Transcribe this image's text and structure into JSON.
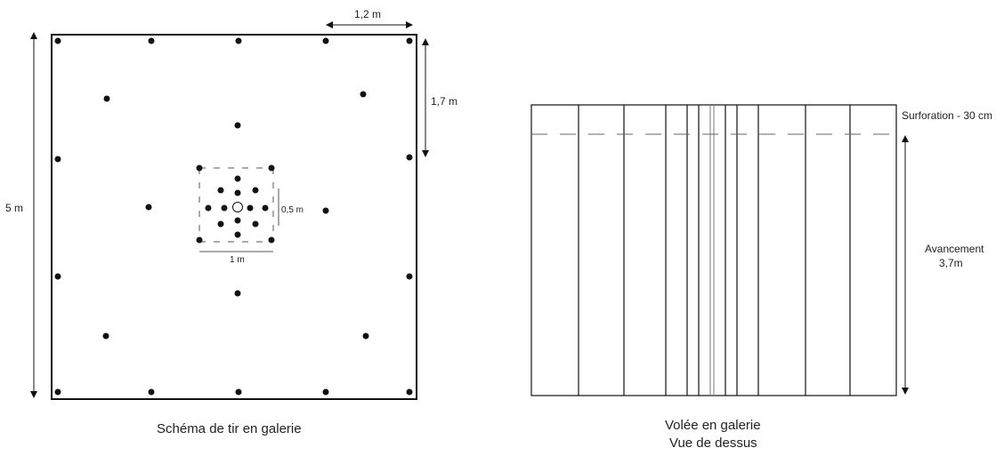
{
  "left_diagram": {
    "caption": "Schéma de tir en galerie",
    "dim_width_spacing": "1,2 m",
    "dim_vertical_spacing": "1,7 m",
    "dim_height": "5 m",
    "dim_cut_height": "0,5 m",
    "dim_cut_width": "1 m"
  },
  "right_diagram": {
    "caption_line1": "Volée en galerie",
    "caption_line2": "Vue de dessus",
    "label_overdrill": "Surforation - 30 cm",
    "label_advance_line1": "Avancement",
    "label_advance_line2": "3,7m"
  },
  "colors": {
    "ink": "#111111",
    "dash": "#666666"
  },
  "icons": {
    "hole": "filled-circle",
    "relief_hole": "open-circle",
    "arrow": "double-headed-arrow"
  }
}
